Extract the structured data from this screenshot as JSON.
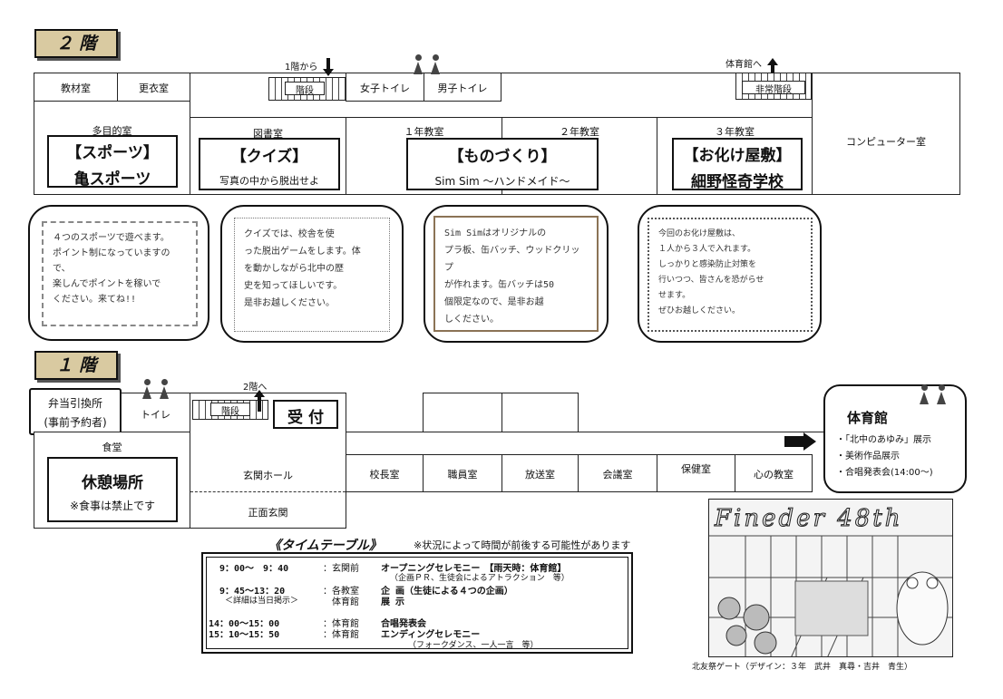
{
  "floor2": {
    "badge": "２ 階",
    "rooms": {
      "kyozai": "教材室",
      "koui": "更衣室",
      "tamokuteki": "多目的室",
      "toshoshitsu": "図書室",
      "nen1": "１年教室",
      "nen2": "２年教室",
      "nen3": "３年教室",
      "computer": "コンピューター室",
      "girls_toilet": "女子トイレ",
      "boys_toilet": "男子トイレ"
    },
    "stairs_from1": "1階から",
    "stairs_label": "階段",
    "to_gym": "体育館へ",
    "emergency_stairs": "非常階段",
    "events": [
      {
        "title": "【スポーツ】",
        "subtitle": "亀スポーツ"
      },
      {
        "title": "【クイズ】",
        "subtitle": "写真の中から脱出せよ"
      },
      {
        "title": "【ものづくり】",
        "subtitle": "Sim Sim ～ハンドメイド～"
      },
      {
        "title": "【お化け屋敷】",
        "subtitle": "細野怪奇学校"
      }
    ],
    "notes": [
      "４つのスポーツで遊べます。\nポイント制になっていますので、\n楽しんでポイントを稼いで\nください。来てね!!",
      "クイズでは、校舎を使\nった脱出ゲームをします。体\nを動かしながら北中の歴\n史を知ってほしいです。\n是非お越しください。",
      "Sim Simはオリジナルの\nプラ板、缶バッチ、ウッドクリップ\nが作れます。缶バッチは50\n個限定なので、是非お越\nしください。",
      "今回のお化け屋敷は、\n１人から３人で入れます。\nしっかりと感染防止対策を\n行いつつ、皆さんを恐がらせ\nせます。\nぜひお越しください。"
    ]
  },
  "floor1": {
    "badge": "１ 階",
    "bento": "弁当引換所",
    "bento_note": "(事前予約者)",
    "toilet": "トイレ",
    "to_2f": "2階へ",
    "stairs_label": "階段",
    "reception": "受 付",
    "shokudo": "食堂",
    "kyukei_title": "休憩場所",
    "kyukei_note": "※食事は禁止です",
    "genkan_hall": "玄関ホール",
    "shomen_genkan": "正面玄関",
    "kochoshitsu": "校長室",
    "shokuinshitsu": "職員室",
    "hososhitsu": "放送室",
    "kaigishitsu": "会議室",
    "hokenshitsu": "保健室",
    "kokoro": "心の教室",
    "gym": {
      "title": "体育館",
      "items": [
        "・「北中のあゆみ」展示",
        "・美術作品展示",
        "・合唱発表会(14:00～)"
      ]
    }
  },
  "timetable": {
    "title": "《タイムテーブル》",
    "note": "※状況によって時間が前後する可能性があります",
    "rows": [
      {
        "time": "9：00～　9：40",
        "place": "：玄関前",
        "event": "オープニングセレモニー　【雨天時：体育館】",
        "detail": "（企画ＰＲ、生徒会によるアトラクション　等）"
      },
      {
        "time": "9：45～13：20",
        "place": "：各教室",
        "event": "企 画（生徒による４つの企画）",
        "detail": ""
      },
      {
        "time": "＜詳細は当日掲示＞",
        "place": "　体育館",
        "event": "展 示",
        "detail": ""
      },
      {
        "time": "14：00～15：00",
        "place": "：体育館",
        "event": "合唱発表会",
        "detail": ""
      },
      {
        "time": "15：10～15：50",
        "place": "：体育館",
        "event": "エンディングセレモニー",
        "detail": "（フォークダンス、一人一言　等）"
      }
    ]
  },
  "gate": {
    "art_text": "Fineder 48th",
    "caption": "北友祭ゲート（デザイン：３年　武井　真尋・吉井　青生）"
  }
}
